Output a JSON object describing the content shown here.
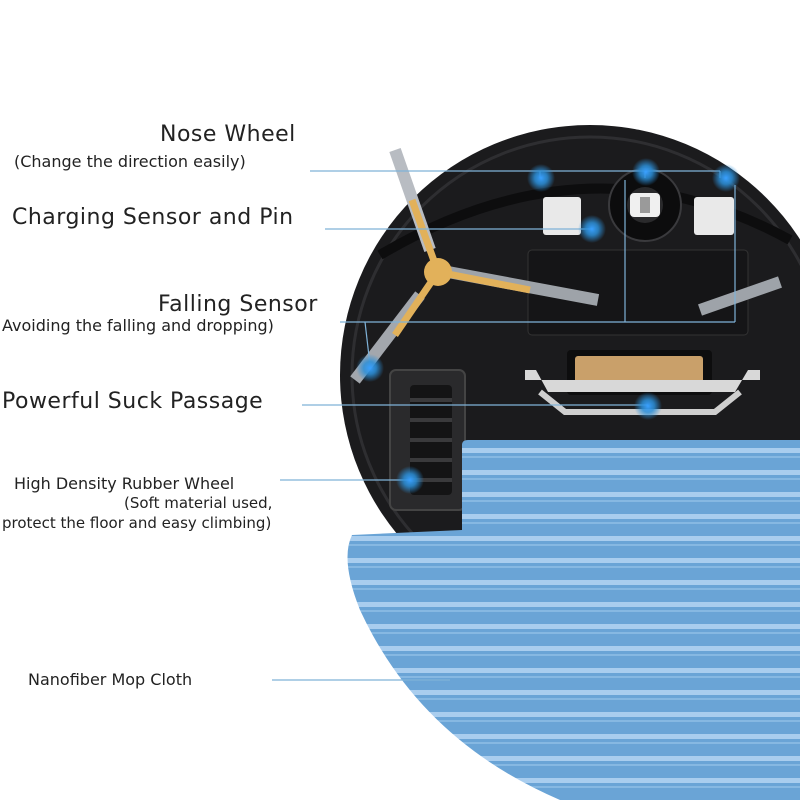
{
  "labels": {
    "nose_wheel": "Nose Wheel",
    "nose_wheel_sub": "(Change the direction easily)",
    "charging": "Charging Sensor and Pin",
    "falling": "Falling Sensor",
    "falling_sub": "Avoiding the falling and dropping)",
    "suck": "Powerful Suck Passage",
    "rubber": "High Density Rubber Wheel",
    "rubber_sub1": "(Soft material used,",
    "rubber_sub2": "protect the floor and easy climbing)",
    "mop": "Nanofiber Mop Cloth"
  },
  "colors": {
    "body": "#1b1b1d",
    "brush_hub": "#e2b15a",
    "mop": "#6aa4d6",
    "mop_stripe": "#a9cdee",
    "leader": "#7fb2d8",
    "dot": "#2c8fd8"
  }
}
